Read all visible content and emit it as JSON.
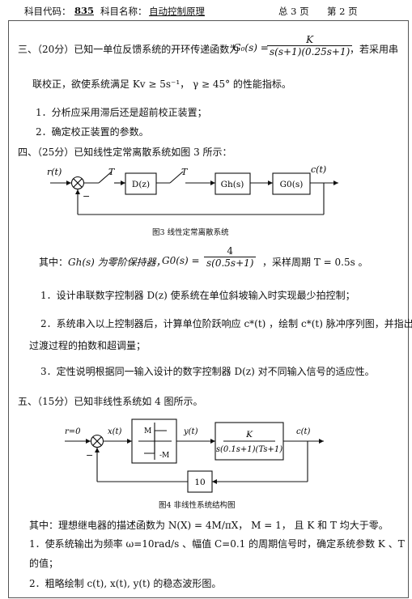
{
  "header": {
    "code_label": "科目代码：",
    "code_value": "835",
    "subject_label": "科目名称：",
    "subject_value": "自动控制原理",
    "total_pages": "总 3 页",
    "page_no": "第 2 页"
  },
  "q3": {
    "intro": "三、（20分）已知一单位反馈系统的开环传递函数为",
    "g0": "G₀(s) =",
    "tf_num": "K",
    "tf_den": "s(s+1)(0.25s+1)",
    "tail": "，若采用串",
    "line2": "联校正，欲使系统满足 Kv ≥ 5s⁻¹， γ ≥ 45° 的性能指标。",
    "item1": "1．分析应采用滞后还是超前校正装置；",
    "item2": "2．确定校正装置的参数。"
  },
  "q4": {
    "intro": "四、（25分）已知线性定常离散系统如图 3 所示：",
    "fig": {
      "r": "r(t)",
      "c": "c(t)",
      "t1": "T",
      "t2": "T",
      "minus": "−",
      "dz": "D(z)",
      "gh": "Gh(s)",
      "g0": "G0(s)"
    },
    "caption": "图3  线性定常离散系统",
    "where_a": "其中：",
    "where_b": "Gh(s) 为零阶保持器，",
    "where_c": "G0(s) =",
    "frac_num": "4",
    "frac_den": "s(0.5s+1)",
    "where_d": "，采样周期 T = 0.5s 。",
    "item1": "1．设计串联数字控制器 D(z) 使系统在单位斜坡输入时实现最少拍控制；",
    "item2": "2．系统串入以上控制器后，计算单位阶跃响应 c*(t) ，绘制 c*(t) 脉冲序列图，并指出",
    "item2b": "过渡过程的拍数和超调量；",
    "item3": "3．定性说明根据同一输入设计的数字控制器 D(z) 对不同输入信号的适应性。"
  },
  "q5": {
    "intro": "五、（15分）已知非线性系统如 4 图所示。",
    "fig": {
      "r": "r=0",
      "x": "x(t)",
      "y": "y(t)",
      "c": "c(t)",
      "minus": "−",
      "m_pos": "M",
      "m_neg": "-M",
      "plant_num": "K",
      "plant_den": "s(0.1s+1)(Ts+1)",
      "fb": "10"
    },
    "caption": "图4  非线性系统结构图",
    "where": "其中：理想继电器的描述函数为 N(X) = 4M/πX， M = 1， 且 K 和 T 均大于零。",
    "item1": "1．使系统输出为频率 ω=10rad/s 、幅值 C=0.1 的周期信号时，确定系统参数 K 、T",
    "item1b": "的值；",
    "item2": "2．粗略绘制 c(t), x(t), y(t) 的稳态波形图。"
  }
}
